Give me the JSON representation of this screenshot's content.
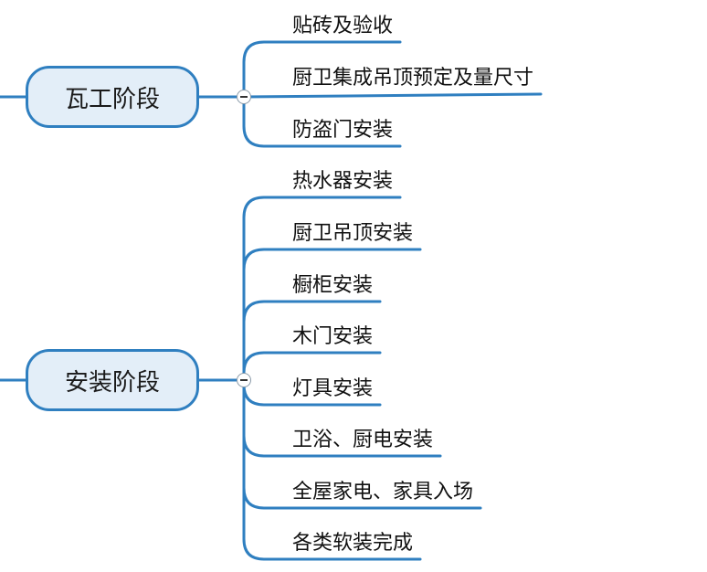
{
  "theme": {
    "line_color": "#2f7fc0",
    "stage_fill": "#e3eef8",
    "stage_border": "#2f7fc0"
  },
  "stages": [
    {
      "label": "瓦工阶段",
      "items": [
        "贴砖及验收",
        "厨卫集成吊顶预定及量尺寸",
        "防盗门安装"
      ]
    },
    {
      "label": "安装阶段",
      "items": [
        "热水器安装",
        "厨卫吊顶安装",
        "橱柜安装",
        "木门安装",
        "灯具安装",
        "卫浴、厨电安装",
        "全屋家电、家具入场",
        "各类软装完成"
      ]
    }
  ]
}
